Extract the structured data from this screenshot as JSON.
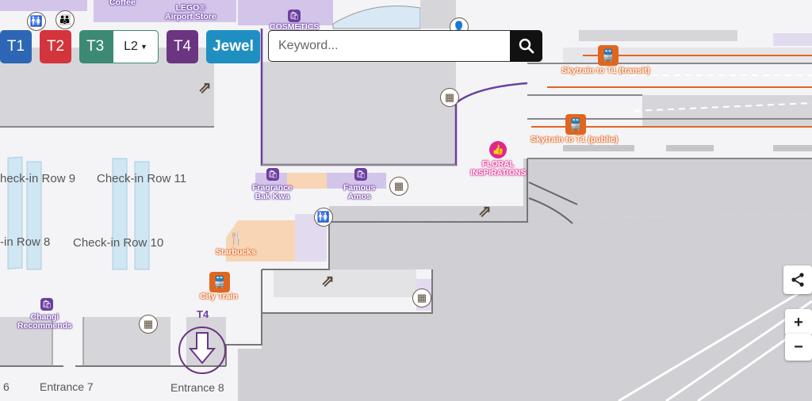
{
  "toolbar": {
    "terminals": [
      {
        "label": "T1",
        "color": "#2d66b4"
      },
      {
        "label": "T2",
        "color": "#d4343c"
      },
      {
        "label": "T3",
        "color": "#3d8a74"
      },
      {
        "label": "T4",
        "color": "#6b3582"
      },
      {
        "label": "Jewel",
        "color": "#1f8fc2"
      }
    ],
    "level_selected": "L2",
    "search_placeholder": "Keyword..."
  },
  "map": {
    "checkin_rows": [
      "heck-in Row 9",
      "Check-in Row 11",
      "-in Row 8",
      "Check-in Row 10"
    ],
    "entrances": [
      "6",
      "Entrance 7",
      "Entrance 8"
    ],
    "shops": {
      "coffee": "Coffee",
      "lego": "LEGO®\nAirport Store",
      "cosmetics": "COSMETICS",
      "fragrance": "Fragrance\nBak Kwa",
      "famous_amos": "Famous\nAmos",
      "changi_recommends": "Changi\nRecommends",
      "floral": "FLORAL\nINSPIRATIONS",
      "starbucks": "Starbucks"
    },
    "transport": {
      "skytrain_transit": "Skytrain to T1 (transit)",
      "skytrain_public": "Skytrain to T1 (public)",
      "city_train": "City Train"
    },
    "t4_marker": "T4",
    "colors": {
      "purple": "#6b3fa0",
      "orange": "#e0661f",
      "pink": "#e0288c"
    }
  },
  "controls": {
    "share": "share-icon",
    "zoom_in": "+",
    "zoom_out": "−"
  }
}
